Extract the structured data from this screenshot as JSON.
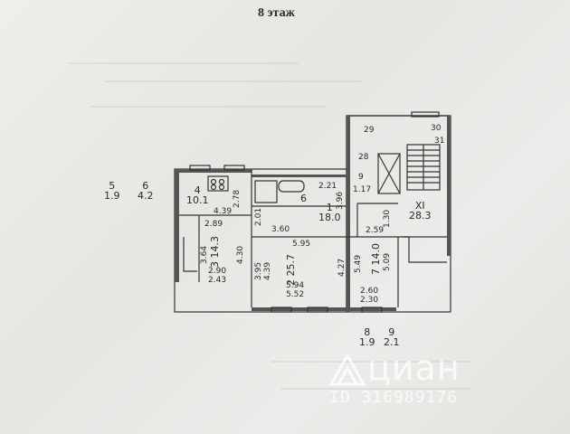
{
  "header": {
    "floor_title": "8 этаж"
  },
  "rooms": [
    {
      "id": "5",
      "num": "5",
      "area": "1.9"
    },
    {
      "id": "6a",
      "num": "6",
      "area": "4.2"
    },
    {
      "id": "4",
      "num": "4",
      "area": "10.1"
    },
    {
      "id": "6b",
      "num": "6"
    },
    {
      "id": "1",
      "num": "1",
      "area": "18.0"
    },
    {
      "id": "3",
      "num": "3",
      "area": "14.3"
    },
    {
      "id": "2",
      "num": "2",
      "area": "25.7"
    },
    {
      "id": "7",
      "num": "7",
      "area": "14.0"
    },
    {
      "id": "XI",
      "num": "XI",
      "area": "28.3"
    },
    {
      "id": "8",
      "num": "8",
      "area": "1.9"
    },
    {
      "id": "9",
      "num": "9",
      "area": "2.1"
    }
  ],
  "dimensions": {
    "d_2_78": "2.78",
    "d_2_21": "2.21",
    "d_4_39a": "4.39",
    "d_2_01": "2.01",
    "d_3_60": "3.60",
    "d_3_96": "3.96",
    "d_2_89": "2.89",
    "d_1_30": "1.30",
    "d_2_59": "2.59",
    "d_5_95": "5.95",
    "d_3_64": "3.64",
    "d_4_30": "4.30",
    "d_3_95": "3.95",
    "d_4_39b": "4.39",
    "d_4_27": "4.27",
    "d_5_49": "5.49",
    "d_5_09": "5.09",
    "d_2_90": "2.90",
    "d_2_43": "2.43",
    "d_5_94": "5.94",
    "d_5_52": "5.52",
    "d_2_60": "2.60",
    "d_2_30": "2.30"
  },
  "stair_labels": {
    "s29": "29",
    "s30": "30",
    "s31": "31",
    "s28": "28",
    "s9": "9",
    "s1_17": "1.17"
  },
  "watermark": {
    "brand": "циан",
    "listing_id": "ID 316989176"
  }
}
